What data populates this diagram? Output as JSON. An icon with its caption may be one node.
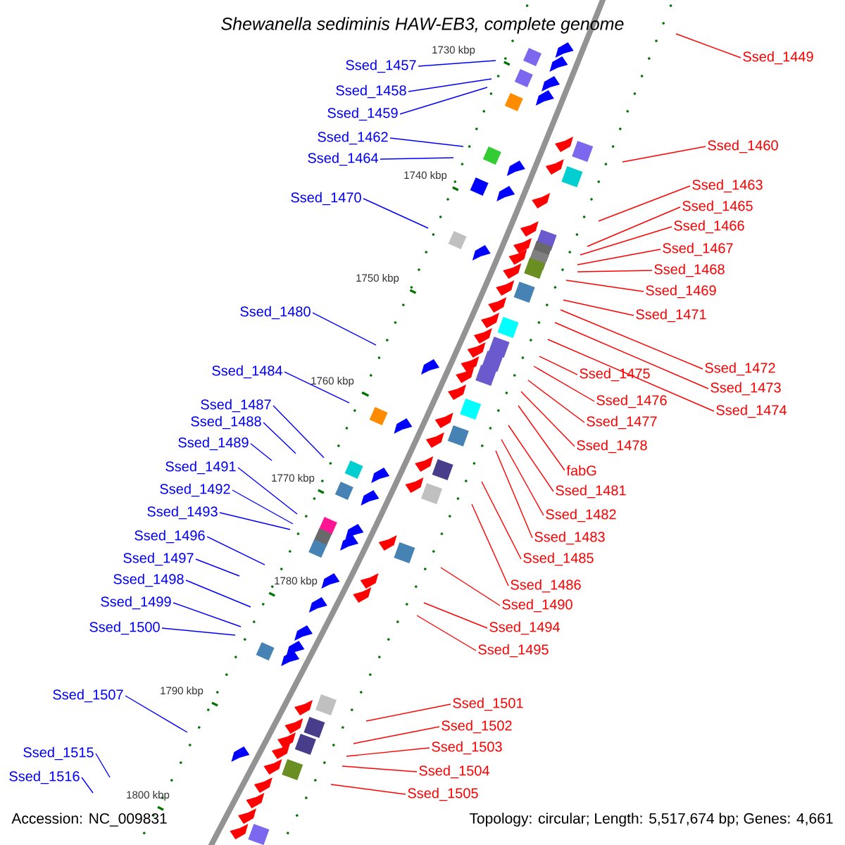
{
  "diagram": {
    "title": "Shewanella sediminis HAW-EB3, complete genome",
    "nodes": [
      {
        "text": [
          "Ssed_1449"
        ]
      },
      {
        "text": [
          "Ssed_1457"
        ]
      },
      {
        "text": [
          "Ssed_1458"
        ]
      },
      {
        "text": [
          "Ssed_1459"
        ]
      },
      {
        "text": [
          "Ssed_1462"
        ]
      },
      {
        "text": [
          "Ssed_1460"
        ]
      },
      {
        "text": [
          "Ssed_1464"
        ]
      },
      {
        "text": [
          "Ssed_1463"
        ]
      },
      {
        "text": [
          "Ssed_1470"
        ]
      },
      {
        "text": [
          "Ssed_1465"
        ]
      },
      {
        "text": [
          "Ssed_1466"
        ]
      },
      {
        "text": [
          "Ssed_1467"
        ]
      },
      {
        "text": [
          "Ssed_1468"
        ]
      },
      {
        "text": [
          "Ssed_1469"
        ]
      },
      {
        "text": [
          "Ssed_1480"
        ]
      },
      {
        "text": [
          "Ssed_1471"
        ]
      },
      {
        "text": [
          "Ssed_1472"
        ]
      },
      {
        "text": [
          "Ssed_1484"
        ]
      },
      {
        "text": [
          "Ssed_1475"
        ]
      },
      {
        "text": [
          "Ssed_1473"
        ]
      },
      {
        "text": [
          "Ssed_1487"
        ]
      },
      {
        "text": [
          "Ssed_1476"
        ]
      },
      {
        "text": [
          "Ssed_1474"
        ]
      },
      {
        "text": [
          "Ssed_1488"
        ]
      },
      {
        "text": [
          "Ssed_1477"
        ]
      },
      {
        "text": [
          "Ssed_1489"
        ]
      },
      {
        "text": [
          "Ssed_1478"
        ]
      },
      {
        "text": [
          "Ssed_1491"
        ]
      },
      {
        "text": [
          "fabG"
        ]
      },
      {
        "text": [
          "Ssed_1492"
        ]
      },
      {
        "text": [
          "Ssed_1481"
        ]
      },
      {
        "text": [
          "Ssed_1493"
        ]
      },
      {
        "text": [
          "Ssed_1482"
        ]
      },
      {
        "text": [
          "Ssed_1496"
        ]
      },
      {
        "text": [
          "Ssed_1483"
        ]
      },
      {
        "text": [
          "Ssed_1497"
        ]
      },
      {
        "text": [
          "Ssed_1485"
        ]
      },
      {
        "text": [
          "Ssed_1498"
        ]
      },
      {
        "text": [
          "Ssed_1486"
        ]
      },
      {
        "text": [
          "Ssed_1499"
        ]
      },
      {
        "text": [
          "Ssed_1490"
        ]
      },
      {
        "text": [
          "Ssed_1500"
        ]
      },
      {
        "text": [
          "Ssed_1494"
        ]
      },
      {
        "text": [
          "Ssed_1495"
        ]
      },
      {
        "text": [
          "Ssed_1507"
        ]
      },
      {
        "text": [
          "Ssed_1501"
        ]
      },
      {
        "text": [
          "Ssed_1502"
        ]
      },
      {
        "text": [
          "Ssed_1503"
        ]
      },
      {
        "text": [
          "Ssed_1515"
        ]
      },
      {
        "text": [
          "Ssed_1504"
        ]
      },
      {
        "text": [
          "Ssed_1516"
        ]
      },
      {
        "text": [
          "Ssed_1505"
        ]
      }
    ],
    "edges": [
      {
        "from": 0,
        "to": null,
        "arrow": "none"
      },
      {
        "from": 1,
        "to": null,
        "arrow": "none",
        "color": "#0000ff"
      },
      {
        "from": 2,
        "to": null,
        "arrow": "none",
        "color": "#0000ff"
      },
      {
        "from": 3,
        "to": null,
        "arrow": "none",
        "color": "#0000ff"
      },
      {
        "from": 4,
        "to": null,
        "arrow": "none",
        "color": "#0000ff"
      },
      {
        "from": 5,
        "to": null,
        "arrow": "none"
      },
      {
        "from": 6,
        "to": null,
        "arrow": "none",
        "color": "#0000ff"
      },
      {
        "from": 7,
        "to": null,
        "arrow": "none"
      },
      {
        "from": 8,
        "to": null,
        "arrow": "none",
        "color": "#0000ff"
      },
      {
        "from": 9,
        "to": null,
        "arrow": "none"
      },
      {
        "from": 10,
        "to": null,
        "arrow": "none"
      },
      {
        "from": 11,
        "to": null,
        "arrow": "none"
      },
      {
        "from": 12,
        "to": null,
        "arrow": "none"
      },
      {
        "from": 13,
        "to": null,
        "arrow": "none"
      },
      {
        "from": 14,
        "to": null,
        "arrow": "none",
        "color": "#0000ff"
      },
      {
        "from": 15,
        "to": null,
        "arrow": "none"
      },
      {
        "from": 16,
        "to": null,
        "arrow": "none"
      },
      {
        "from": 17,
        "to": null,
        "arrow": "none",
        "color": "#0000ff"
      },
      {
        "from": 18,
        "to": null,
        "arrow": "none"
      },
      {
        "from": 19,
        "to": null,
        "arrow": "none"
      },
      {
        "from": 20,
        "to": null,
        "arrow": "none",
        "color": "#0000ff"
      },
      {
        "from": 21,
        "to": null,
        "arrow": "none"
      },
      {
        "from": 22,
        "to": null,
        "arrow": "none"
      },
      {
        "from": 23,
        "to": null,
        "arrow": "none",
        "color": "#0000ff"
      },
      {
        "from": 24,
        "to": null,
        "arrow": "none"
      },
      {
        "from": 25,
        "to": null,
        "arrow": "none",
        "color": "#0000ff"
      },
      {
        "from": 26,
        "to": null,
        "arrow": "none"
      },
      {
        "from": 27,
        "to": null,
        "arrow": "none",
        "color": "#0000ff"
      },
      {
        "from": 28,
        "to": null,
        "arrow": "none"
      },
      {
        "from": 29,
        "to": null,
        "arrow": "none",
        "color": "#0000ff"
      },
      {
        "from": 30,
        "to": null,
        "arrow": "none"
      },
      {
        "from": 31,
        "to": null,
        "arrow": "none",
        "color": "#0000ff"
      },
      {
        "from": 32,
        "to": null,
        "arrow": "none"
      },
      {
        "from": 33,
        "to": null,
        "arrow": "none",
        "color": "#0000ff"
      },
      {
        "from": 34,
        "to": null,
        "arrow": "none"
      },
      {
        "from": 35,
        "to": null,
        "arrow": "none",
        "color": "#0000ff"
      },
      {
        "from": 36,
        "to": null,
        "arrow": "none"
      },
      {
        "from": 37,
        "to": null,
        "arrow": "none",
        "color": "#0000ff"
      },
      {
        "from": 38,
        "to": null,
        "arrow": "none"
      },
      {
        "from": 39,
        "to": null,
        "arrow": "none",
        "color": "#0000ff"
      },
      {
        "from": 40,
        "to": null,
        "arrow": "none"
      },
      {
        "from": 41,
        "to": null,
        "arrow": "none",
        "color": "#0000ff"
      },
      {
        "from": 42,
        "to": null,
        "arrow": "none"
      },
      {
        "from": 43,
        "to": null,
        "arrow": "none"
      },
      {
        "from": 44,
        "to": null,
        "arrow": "none",
        "color": "#0000ff"
      },
      {
        "from": 45,
        "to": null,
        "arrow": "none"
      },
      {
        "from": 46,
        "to": null,
        "arrow": "none"
      },
      {
        "from": 47,
        "to": null,
        "arrow": "none"
      },
      {
        "from": 48,
        "to": null,
        "arrow": "none",
        "color": "#0000ff"
      },
      {
        "from": 49,
        "to": null,
        "arrow": "none"
      },
      {
        "from": 50,
        "to": null,
        "arrow": "none",
        "color": "#0000ff"
      },
      {
        "from": 51,
        "to": null,
        "arrow": "none"
      }
    ],
    "labels": [
      "1730 kbp",
      "1740 kbp",
      "1750 kbp",
      "1760 kbp",
      "1770 kbp",
      "1780 kbp",
      "1790 kbp",
      "1800 kbp",
      "Accession: NC_009831",
      "Topology: circular; Length: 5,517,674 bp; Genes: 4,661"
    ]
  }
}
